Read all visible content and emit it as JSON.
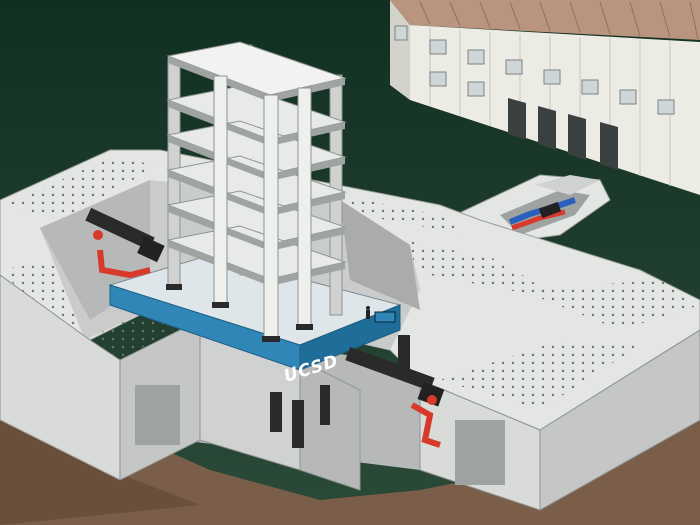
{
  "illustration": {
    "table_logo_text": "UCSD",
    "colors": {
      "background": "#1f3a2a",
      "concrete": "#e4e6e4",
      "concrete_shadow": "#b6b9b7",
      "concrete_dark": "#8f9391",
      "pit_interior": "#c9ccca",
      "shake_table": "#2f86b7",
      "shake_table_top": "#dfe6ea",
      "building_frame": "#e8eae8",
      "building_shadow": "#9fa4a2",
      "warehouse_wall": "#ecebe4",
      "warehouse_roof": "#b9957f",
      "earth": "#7a5e4a",
      "actuator": "#2a2a2a",
      "hydraulic_line_red": "#d73a2a",
      "hydraulic_line_blue": "#2a5fbf"
    },
    "icons": [
      "shake-table",
      "test-building-frame",
      "hydraulic-actuator",
      "warehouse",
      "reaction-mass-pit",
      "utility-trench"
    ]
  }
}
